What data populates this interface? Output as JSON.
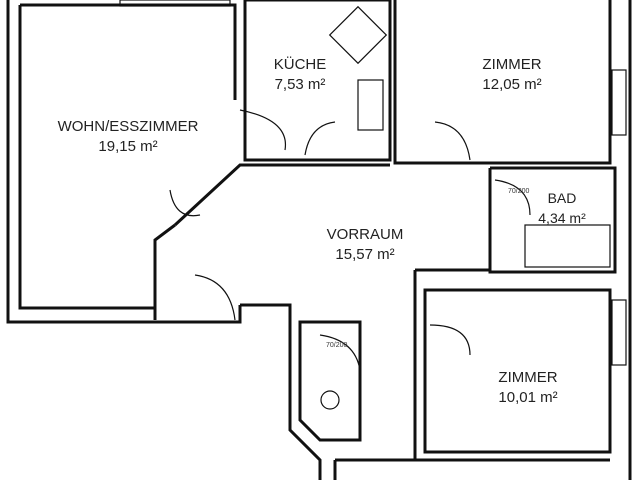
{
  "rooms": [
    {
      "name": "WOHN/ESSZIMMER",
      "area": "19,15 m²"
    },
    {
      "name": "KÜCHE",
      "area": "7,53 m²"
    },
    {
      "name": "ZIMMER",
      "area": "12,05 m²"
    },
    {
      "name": "VORRAUM",
      "area": "15,57 m²"
    },
    {
      "name": "BAD",
      "area": "4,34 m²"
    },
    {
      "name": "ZIMMER",
      "area": "10,01 m²"
    }
  ],
  "doors": [
    "70/200",
    "70/200"
  ],
  "colors": {
    "wall": "#111111",
    "background": "#ffffff"
  }
}
